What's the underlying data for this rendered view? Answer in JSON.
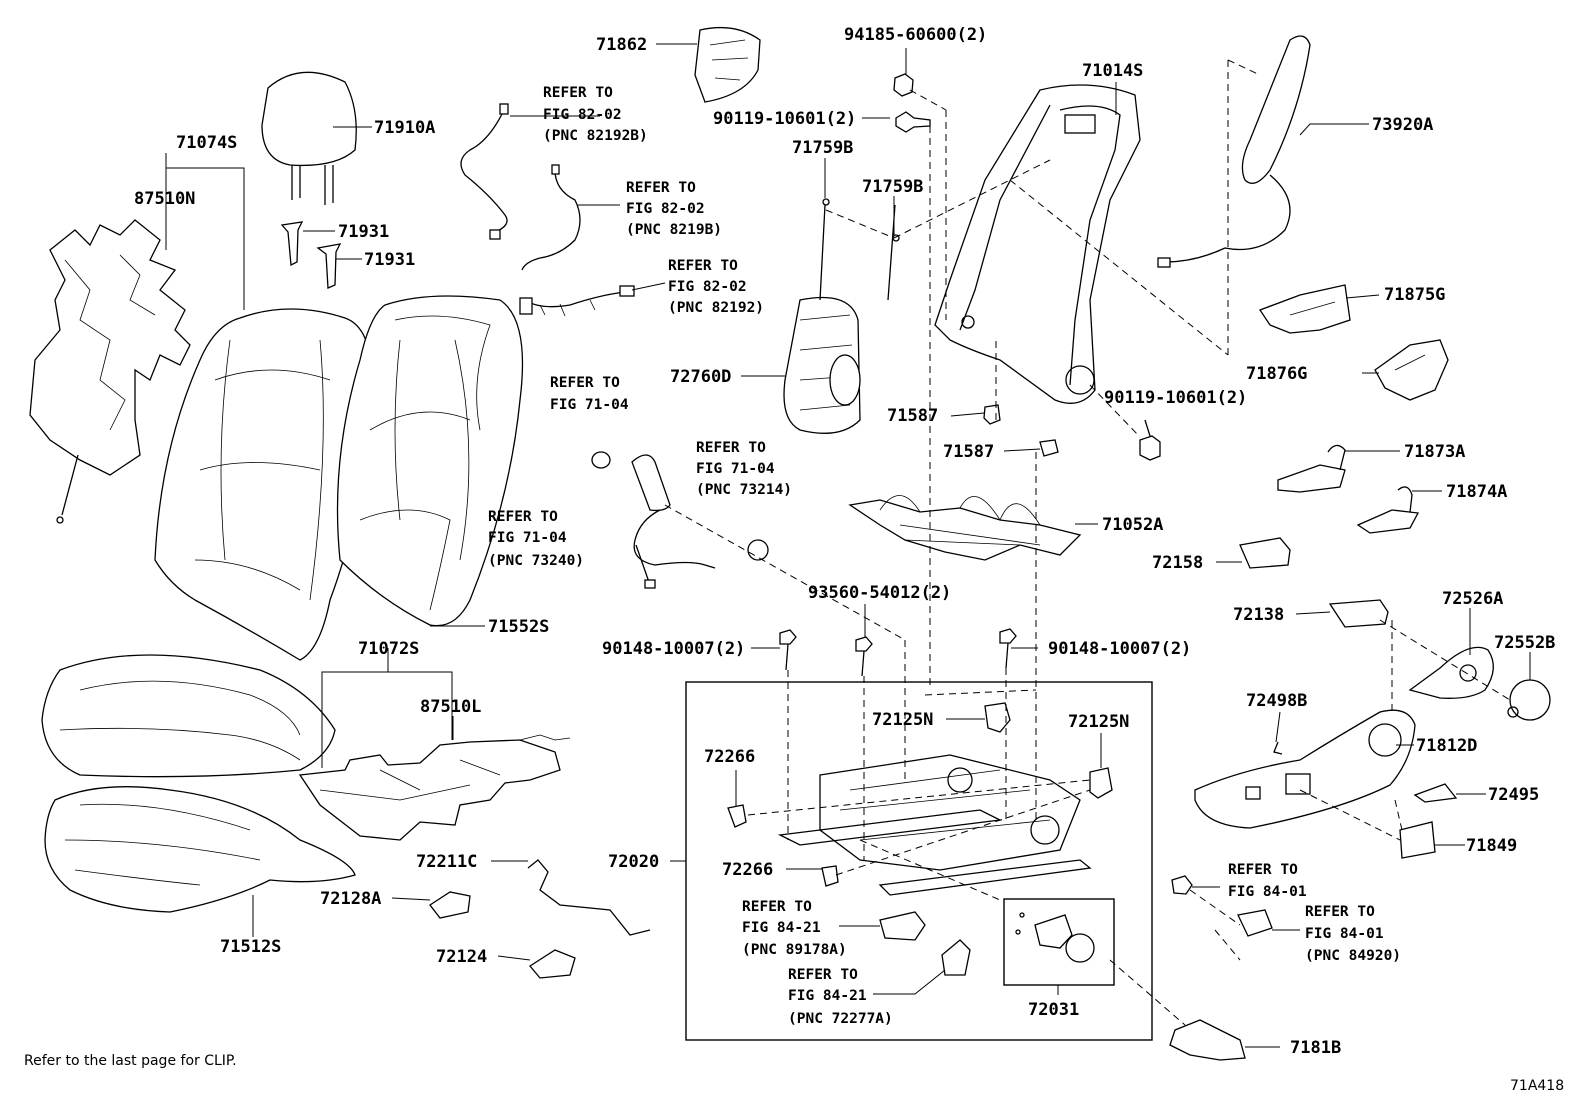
{
  "labels": {
    "p71862": "71862",
    "p94185": "94185-60600(2)",
    "p71014S": "71014S",
    "p73920A": "73920A",
    "p71910A": "71910A",
    "p71074S": "71074S",
    "p87510N": "87510N",
    "p71931a": "71931",
    "p71931b": "71931",
    "p90119a": "90119-10601(2)",
    "p71759Ba": "71759B",
    "p71759Bb": "71759B",
    "p72760D": "72760D",
    "p71587a": "71587",
    "p71587b": "71587",
    "p90119b": "90119-10601(2)",
    "p71875G": "71875G",
    "p71876G": "71876G",
    "p71873A": "71873A",
    "p71874A": "71874A",
    "p71052A": "71052A",
    "p72158": "72158",
    "p72138": "72138",
    "p72526A": "72526A",
    "p72552B": "72552B",
    "p71552S": "71552S",
    "p71072S": "71072S",
    "p87510L": "87510L",
    "p93560": "93560-54012(2)",
    "p90148a": "90148-10007(2)",
    "p90148b": "90148-10007(2)",
    "p72125Na": "72125N",
    "p72125Nb": "72125N",
    "p72266a": "72266",
    "p72266b": "72266",
    "p72498B": "72498B",
    "p71812D": "71812D",
    "p72495": "72495",
    "p71849": "71849",
    "p72211C": "72211C",
    "p72020": "72020",
    "p72128A": "72128A",
    "p71512S": "71512S",
    "p72124": "72124",
    "p72031": "72031",
    "p7181B": "7181B"
  },
  "references": {
    "r1": [
      "REFER TO",
      "FIG 82-02",
      "(PNC 82192B)"
    ],
    "r2": [
      "REFER TO",
      "FIG 82-02",
      "(PNC 8219B)"
    ],
    "r3": [
      "REFER TO",
      "FIG 82-02",
      "(PNC 82192)"
    ],
    "r4": [
      "REFER TO",
      "FIG 71-04"
    ],
    "r5": [
      "REFER TO",
      "FIG 71-04",
      "(PNC 73214)"
    ],
    "r6": [
      "REFER TO",
      "FIG 71-04",
      "(PNC 73240)"
    ],
    "r7": [
      "REFER TO",
      "FIG 84-01"
    ],
    "r8": [
      "REFER TO",
      "FIG 84-01",
      "(PNC 84920)"
    ],
    "r9": [
      "REFER TO",
      "FIG 84-21",
      "(PNC 89178A)"
    ],
    "r10": [
      "REFER TO",
      "FIG 84-21",
      "(PNC 72277A)"
    ]
  },
  "footer": {
    "note": "Refer to the last page for CLIP.",
    "figure_id": "71A418"
  }
}
